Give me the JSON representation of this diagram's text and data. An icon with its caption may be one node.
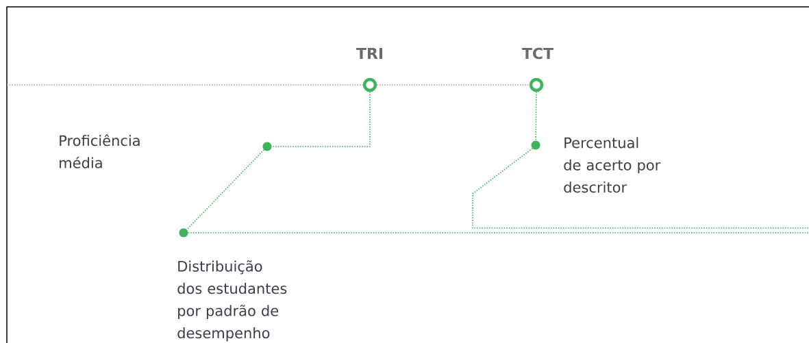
{
  "diagram": {
    "nodes": [
      {
        "text": [
          "TRI"
        ]
      },
      {
        "text": [
          "TCT"
        ]
      },
      {
        "text": [],
        "shape": "circle"
      },
      {
        "text": [],
        "shape": "circle",
        "beside": [
          "Percentual de acerto por descritor"
        ]
      },
      {
        "text": [],
        "shape": "circle",
        "beside": [
          "Distribuição dos estudantes por padrão de desempenho"
        ]
      }
    ],
    "edges": [
      {
        "from": null,
        "to": 0,
        "arrow": "none",
        "color": "#9aa5a8"
      },
      {
        "from": 0,
        "to": 1,
        "arrow": "none",
        "color": "#9aa5a8"
      },
      {
        "from": 0,
        "to": 2,
        "arrow": "none"
      },
      {
        "from": 1,
        "to": 3,
        "arrow": "none"
      },
      {
        "from": 2,
        "to": 4,
        "arrow": "none"
      },
      {
        "from": 3,
        "to": null,
        "arrow": "none"
      },
      {
        "from": 4,
        "to": null,
        "arrow": "none"
      }
    ],
    "labels": [
      "Proficiência média"
    ]
  }
}
